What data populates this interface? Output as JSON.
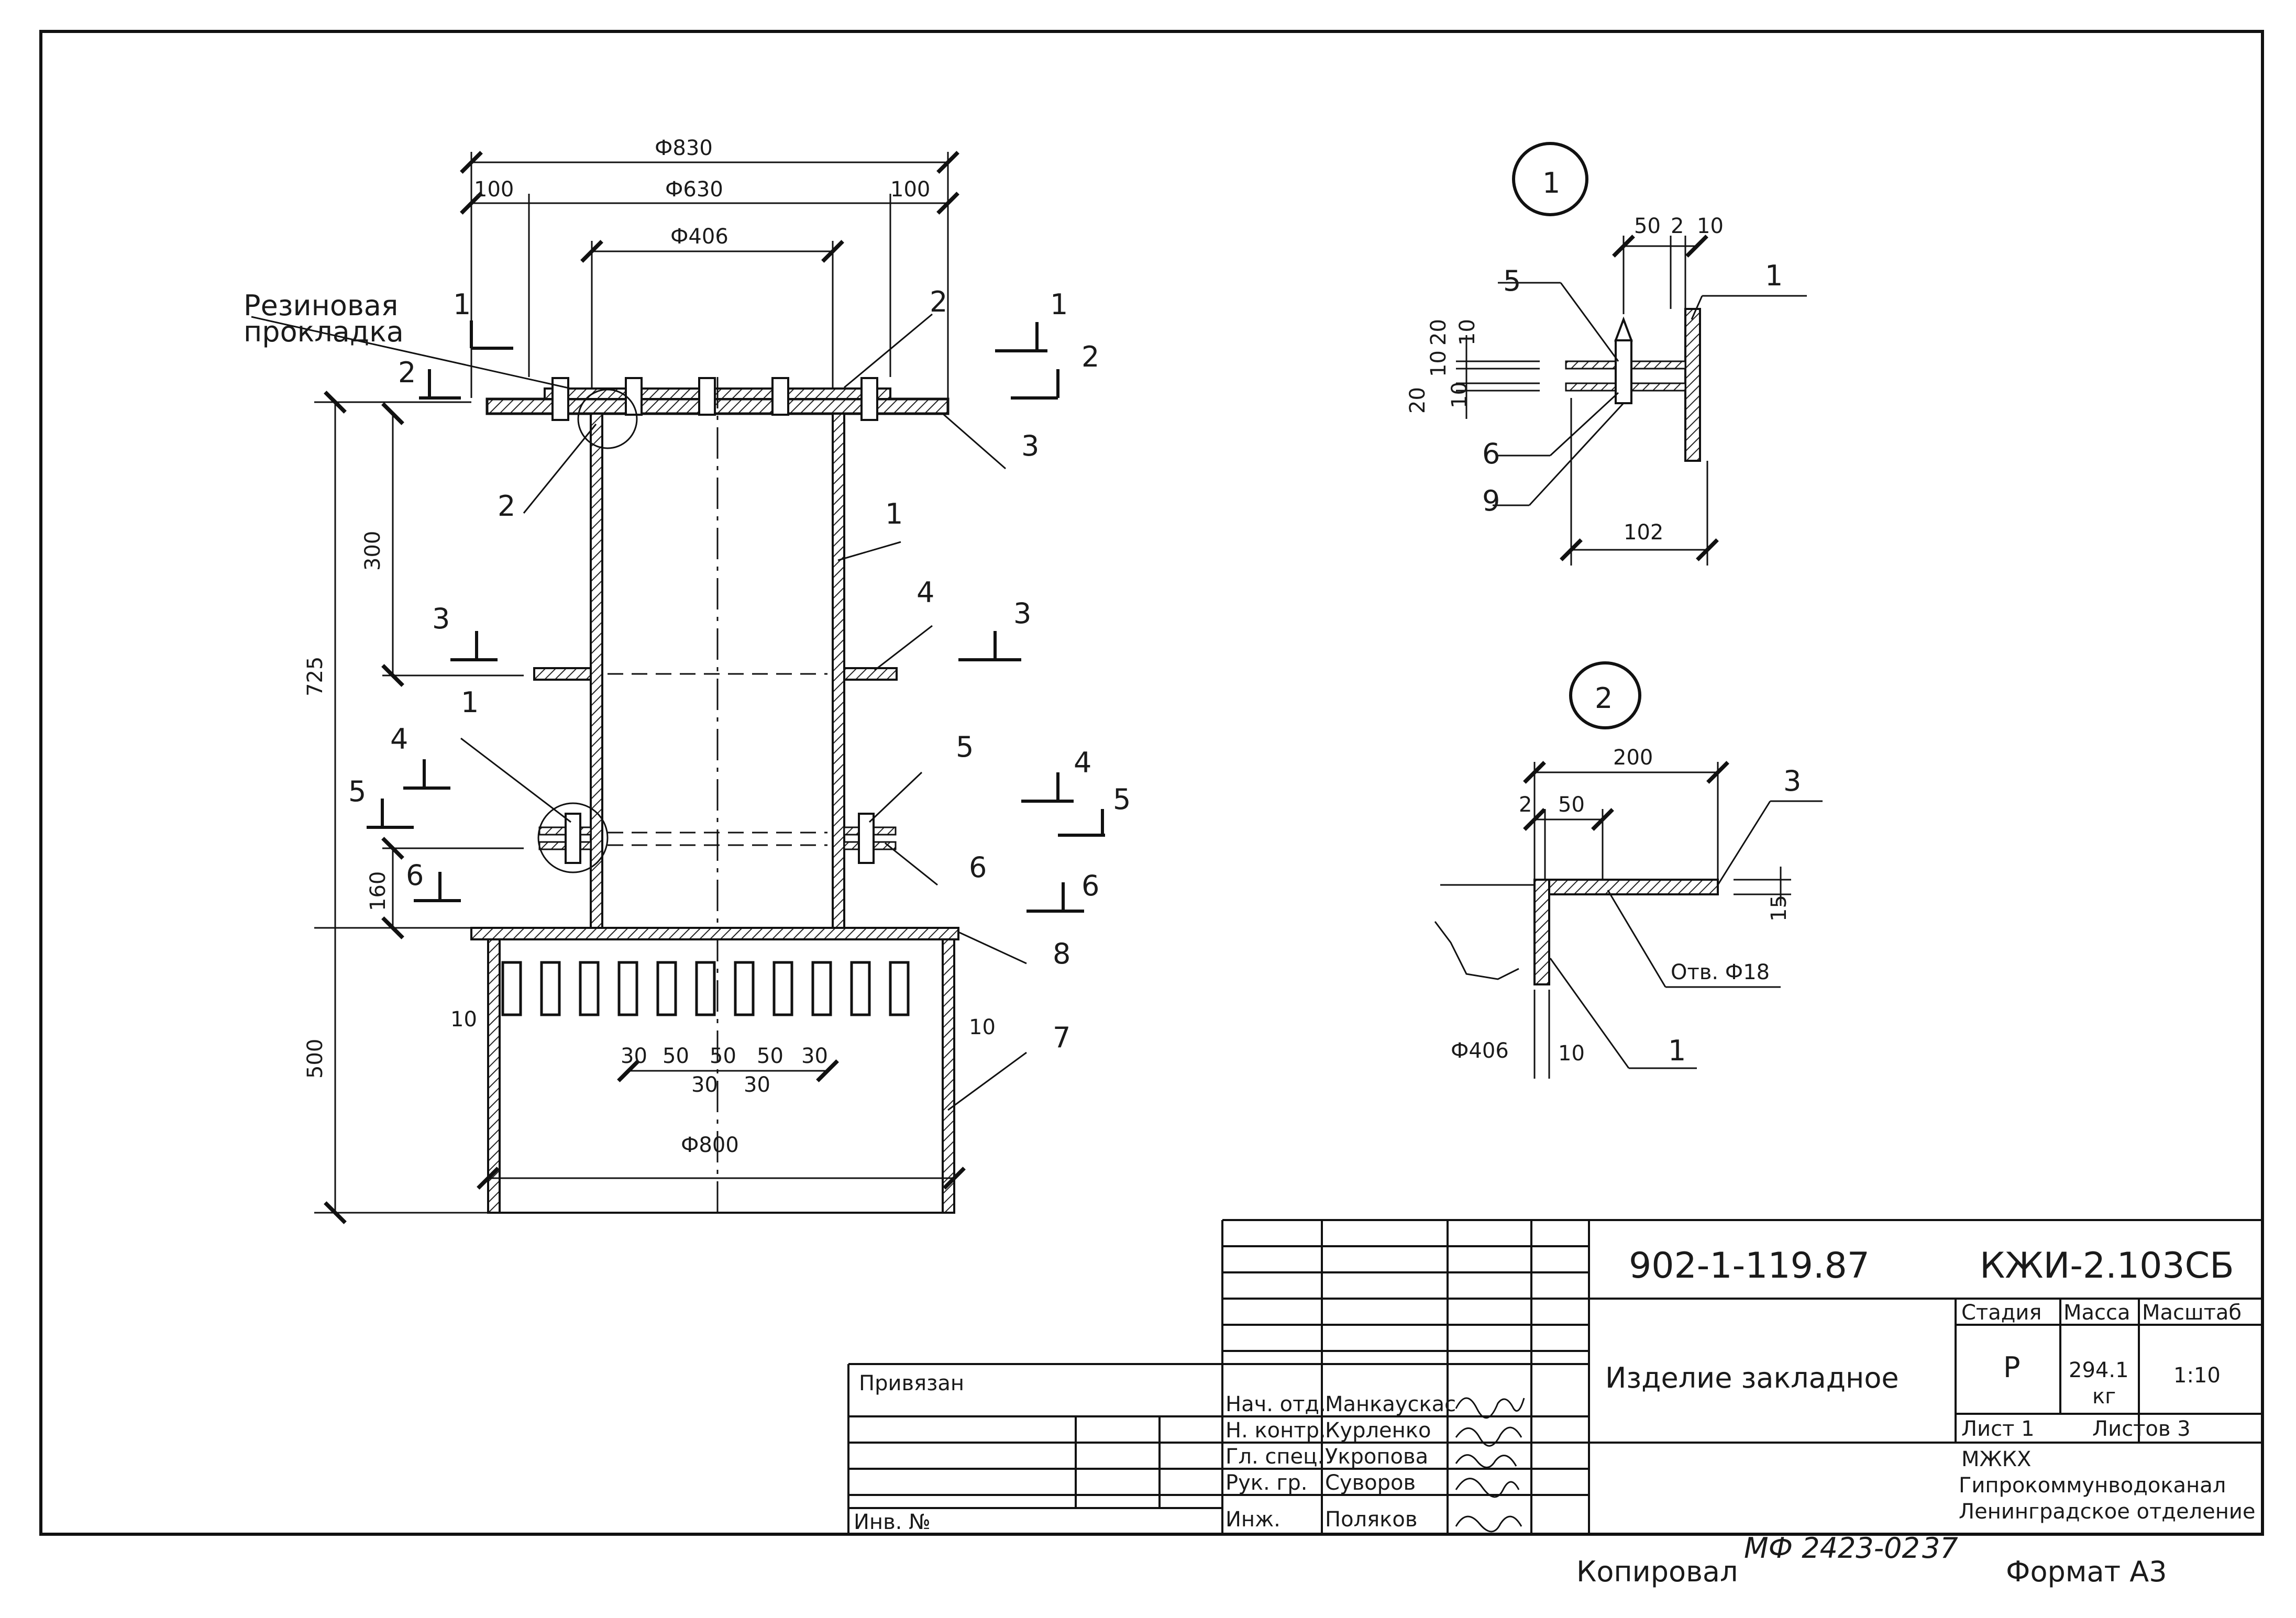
{
  "drawing": {
    "main_view": {
      "dims": {
        "d830": "Ф830",
        "d630": "Ф630",
        "d406": "Ф406",
        "d800": "Ф800",
        "ext_left": "100",
        "ext_right": "100",
        "h725": "725",
        "h300": "300",
        "h160": "160",
        "h500": "500",
        "wall_l": "10",
        "wall_r": "10",
        "slot_30a": "30",
        "slot_50a": "50",
        "slot_50b": "50",
        "slot_50c": "50",
        "slot_30b": "30",
        "slot_30c": "30",
        "slot_30d": "30"
      },
      "note_rubber": [
        "Резиновая",
        "прокладка"
      ],
      "positions": [
        "1",
        "2",
        "3",
        "4",
        "5",
        "6",
        "7",
        "8"
      ],
      "section_marks": [
        "1",
        "2",
        "3",
        "4",
        "5",
        "6"
      ]
    },
    "detail1": {
      "marker": "1",
      "dims": {
        "d50": "50",
        "d2": "2",
        "d10": "10",
        "d102": "102",
        "v20a": "20",
        "v10a": "10",
        "v10b": "10",
        "v20b": "20",
        "v10c": "10"
      },
      "positions": [
        "5",
        "6",
        "9",
        "1"
      ]
    },
    "detail2": {
      "marker": "2",
      "dims": {
        "d200": "200",
        "d2": "2",
        "d50": "50",
        "d15": "15",
        "d406": "Ф406",
        "d10": "10"
      },
      "hole": "Отв. Ф18",
      "positions": [
        "3",
        "1"
      ]
    }
  },
  "title_block": {
    "doc_code": "902-1-119.87",
    "sheet_code": "КЖИ-2.103СБ",
    "name": "Изделие закладное",
    "stage_header": "Стадия",
    "mass_header": "Масса",
    "scale_header": "Масштаб",
    "stage": "Р",
    "mass": "294.1",
    "mass_unit": "кг",
    "scale": "1:10",
    "sheet": "Лист 1",
    "sheets": "Листов 3",
    "org_line1": "МЖКХ",
    "org_line2": "Гипрокоммунводоканал",
    "org_line3": "Ленинградское отделение",
    "privyazan": "Привязан",
    "inv_no": "Инв. №",
    "roles": [
      {
        "role": "Нач. отд.",
        "name": "Манкаускас"
      },
      {
        "role": "Н. контр.",
        "name": "Курленко"
      },
      {
        "role": "Гл. спец.",
        "name": "Укропова"
      },
      {
        "role": "Рук. гр.",
        "name": "Суворов"
      },
      {
        "role": "Инж.",
        "name": "Поляков"
      }
    ]
  },
  "footer": {
    "copied": "Копировал",
    "copy_code": "МФ 2423-02",
    "copy_num": "37",
    "format": "Формат А3"
  }
}
